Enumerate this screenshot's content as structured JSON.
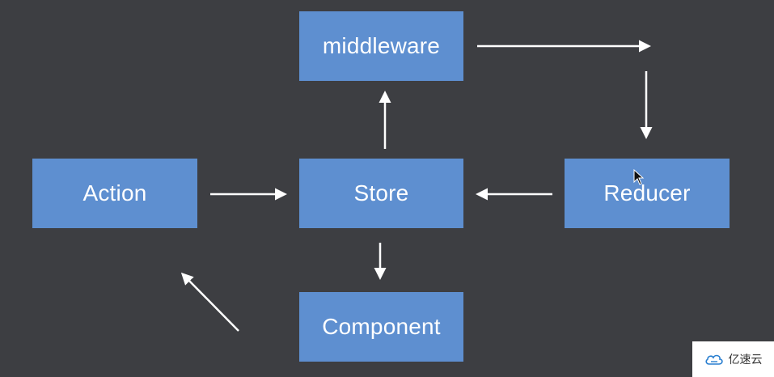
{
  "diagram": {
    "nodes": {
      "middleware": "middleware",
      "action": "Action",
      "store": "Store",
      "reducer": "Reducer",
      "component": "Component"
    },
    "edges": [
      {
        "from": "action",
        "to": "store"
      },
      {
        "from": "store",
        "to": "middleware"
      },
      {
        "from": "middleware",
        "to": "reducer"
      },
      {
        "from": "reducer",
        "to": "store"
      },
      {
        "from": "store",
        "to": "component"
      },
      {
        "from": "component",
        "to": "action"
      }
    ]
  },
  "watermark": {
    "text": "亿速云"
  },
  "colors": {
    "background": "#3d3e42",
    "node_fill": "#5e8fd0",
    "node_text": "#ffffff",
    "arrow": "#ffffff"
  }
}
